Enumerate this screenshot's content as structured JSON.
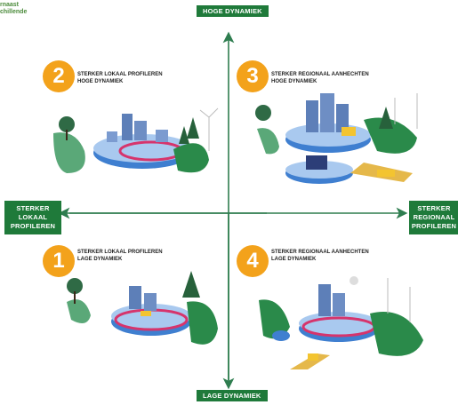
{
  "corner_text": [
    "rnaast",
    "chillende"
  ],
  "axes": {
    "top": "HOGE DYNAMIEK",
    "bottom": "LAGE DYNAMIEK",
    "left": [
      "STERKER",
      "LOKAAL",
      "PROFILEREN"
    ],
    "right": [
      "STERKER",
      "REGIONAAL",
      "PROFILEREN"
    ]
  },
  "quadrants": [
    {
      "number": "2",
      "line1": "STERKER LOKAAL PROFILEREN",
      "line2": "HOGE DYNAMIEK"
    },
    {
      "number": "3",
      "line1": "STERKER REGIONAAL AANHECHTEN",
      "line2": "HOGE DYNAMIEK"
    },
    {
      "number": "1",
      "line1": "STERKER LOKAAL PROFILEREN",
      "line2": "LAGE DYNAMIEK"
    },
    {
      "number": "4",
      "line1": "STERKER REGIONAAL AANHECHTEN",
      "line2": "LAGE DYNAMIEK"
    }
  ],
  "colors": {
    "accent": "#f3a21b",
    "green": "#1f7a3a",
    "axis": "#2e7d4f"
  }
}
